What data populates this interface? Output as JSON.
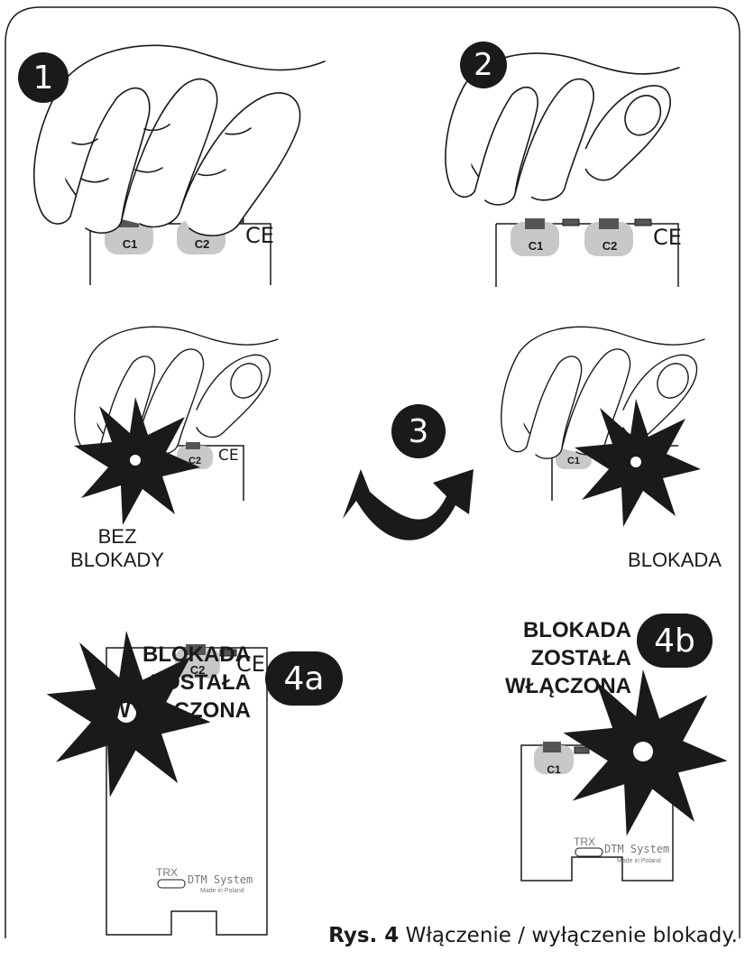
{
  "steps": {
    "s1": "1",
    "s2": "2",
    "s3": "3",
    "s4a": "4a",
    "s4b": "4b"
  },
  "buttons": {
    "c1": "C1",
    "c2": "C2"
  },
  "ce_mark": "CE",
  "labels": {
    "no_lock_line1": "BEZ",
    "no_lock_line2": "BLOKADY",
    "lock": "BLOKADA",
    "off_line1": "BLOKADA",
    "off_line2": "ZOSTAŁA",
    "off_line3": "WYŁĄCZONA",
    "on_line1": "BLOKADA",
    "on_line2": "ZOSTAŁA",
    "on_line3": "WŁĄCZONA"
  },
  "board": {
    "trx": "TRX",
    "brand": "DTM System",
    "made": "Made in Poland"
  },
  "caption": {
    "ref": "Rys. 4",
    "text": "Włączenie / wyłączenie blokady."
  },
  "colors": {
    "ink": "#1a1a1a",
    "button_fill": "#c8c8c8"
  }
}
